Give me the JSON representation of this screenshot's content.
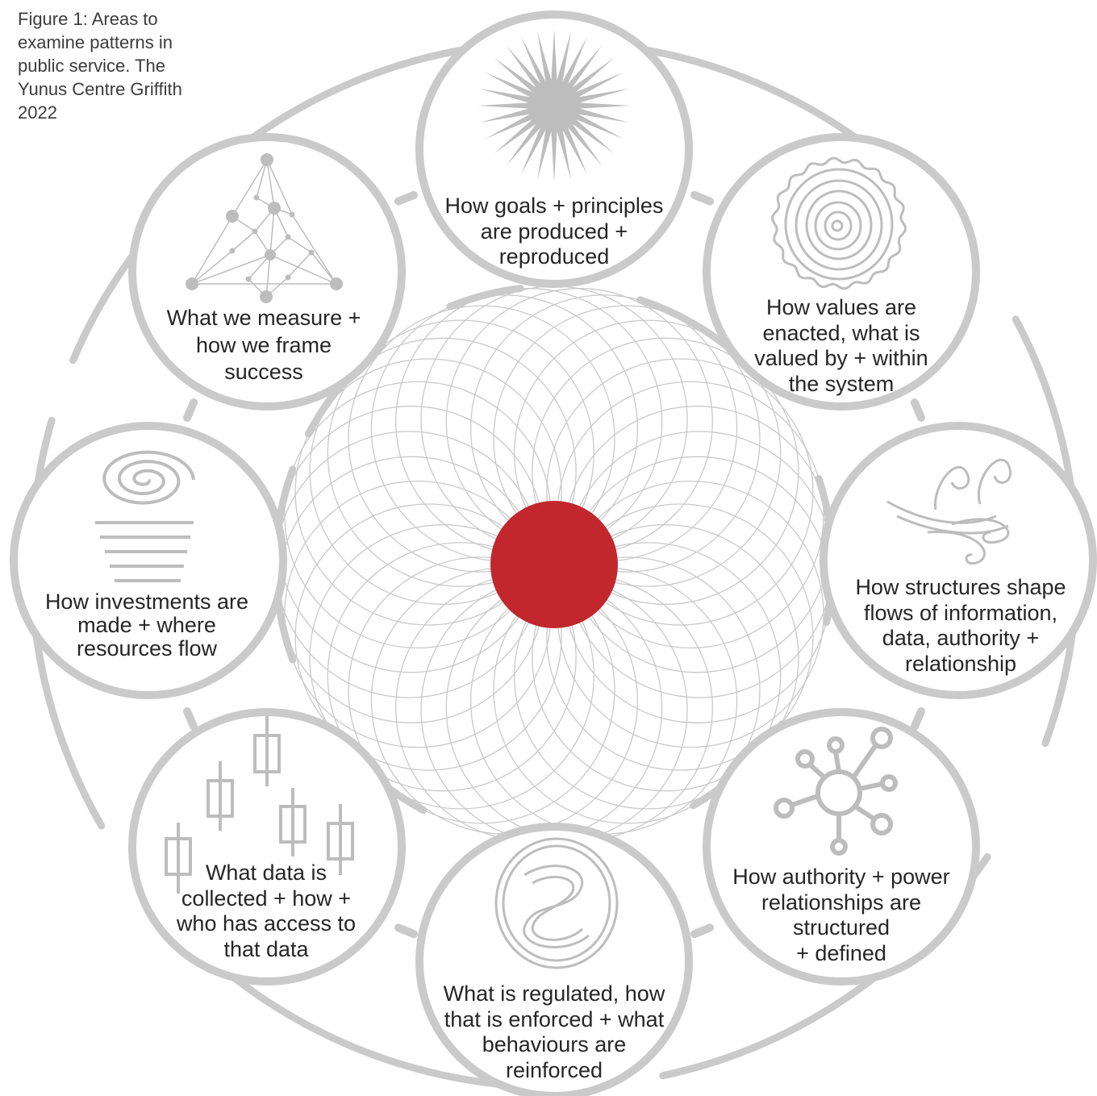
{
  "caption": {
    "lines": [
      "Figure 1: Areas to",
      "examine patterns in",
      "public service. The",
      "Yunus Centre Griffith",
      "2022"
    ]
  },
  "colors": {
    "ring": "#cacaca",
    "spiro": "#c9c9c9",
    "center": "#c1272d",
    "icon": "#bdbdbd",
    "text": "#262626"
  },
  "center": {
    "name": "red-core"
  },
  "nodes": [
    {
      "id": "goals",
      "icon": "starburst-icon",
      "lines": [
        "How goals + principles",
        "are produced +",
        "reproduced"
      ]
    },
    {
      "id": "values",
      "icon": "tree-rings-icon",
      "lines": [
        "How values are",
        "enacted, what is",
        "valued by + within",
        "the system"
      ]
    },
    {
      "id": "structures",
      "icon": "wind-swirls-icon",
      "lines": [
        "How structures shape",
        "flows of information,",
        "data, authority +",
        "relationship"
      ]
    },
    {
      "id": "authority",
      "icon": "hub-network-icon",
      "lines": [
        "How authority + power",
        "relationships are",
        "structured",
        "+ defined"
      ]
    },
    {
      "id": "regulation",
      "icon": "knot-icon",
      "lines": [
        "What is regulated, how",
        "that is enforced + what",
        "behaviours are",
        "reinforced"
      ]
    },
    {
      "id": "data",
      "icon": "candlestick-icon",
      "lines": [
        "What data is",
        "collected + how +",
        "who has access to",
        "that data"
      ]
    },
    {
      "id": "investments",
      "icon": "spiral-tornado-icon",
      "lines": [
        "How investments are",
        "made + where",
        "resources flow"
      ]
    },
    {
      "id": "measure",
      "icon": "mesh-network-icon",
      "lines": [
        "What we measure +",
        "how we frame",
        "success"
      ]
    }
  ]
}
